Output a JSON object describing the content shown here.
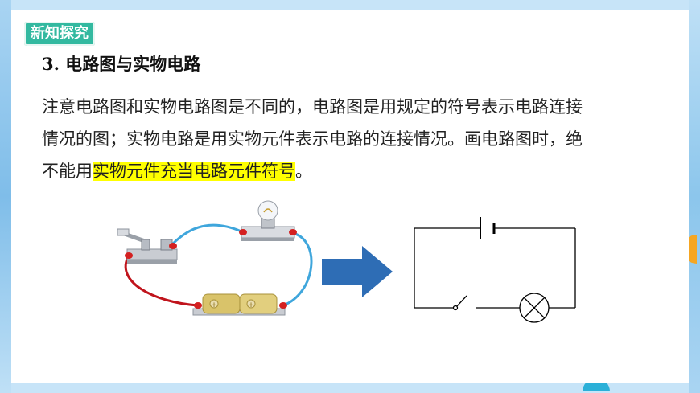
{
  "tag": {
    "label": "新知探究"
  },
  "heading": {
    "number": "3.",
    "text": "电路图与实物电路"
  },
  "paragraph": {
    "line1": "注意电路图和实物电路图是不同的，电路图是用规定的符号表示电路连接",
    "line2": "情况的图；实物电路是用实物元件表示电路的连接情况。画电路图时，绝",
    "line3_pre": "不能用",
    "line3_highlight": "实物元件充当电路元件符号",
    "line3_post": "。"
  },
  "colors": {
    "accent_tag": "#33b9a0",
    "highlight": "#ffff00",
    "arrow": "#2e6db5",
    "wire_blue": "#3fa6dc",
    "wire_red": "#c0141c",
    "battery": "#d9c36a"
  },
  "icons": [
    "switch-icon",
    "bulb-icon",
    "battery-icon",
    "arrow-right-icon",
    "lamp-symbol-icon",
    "battery-symbol-icon",
    "switch-symbol-icon"
  ]
}
